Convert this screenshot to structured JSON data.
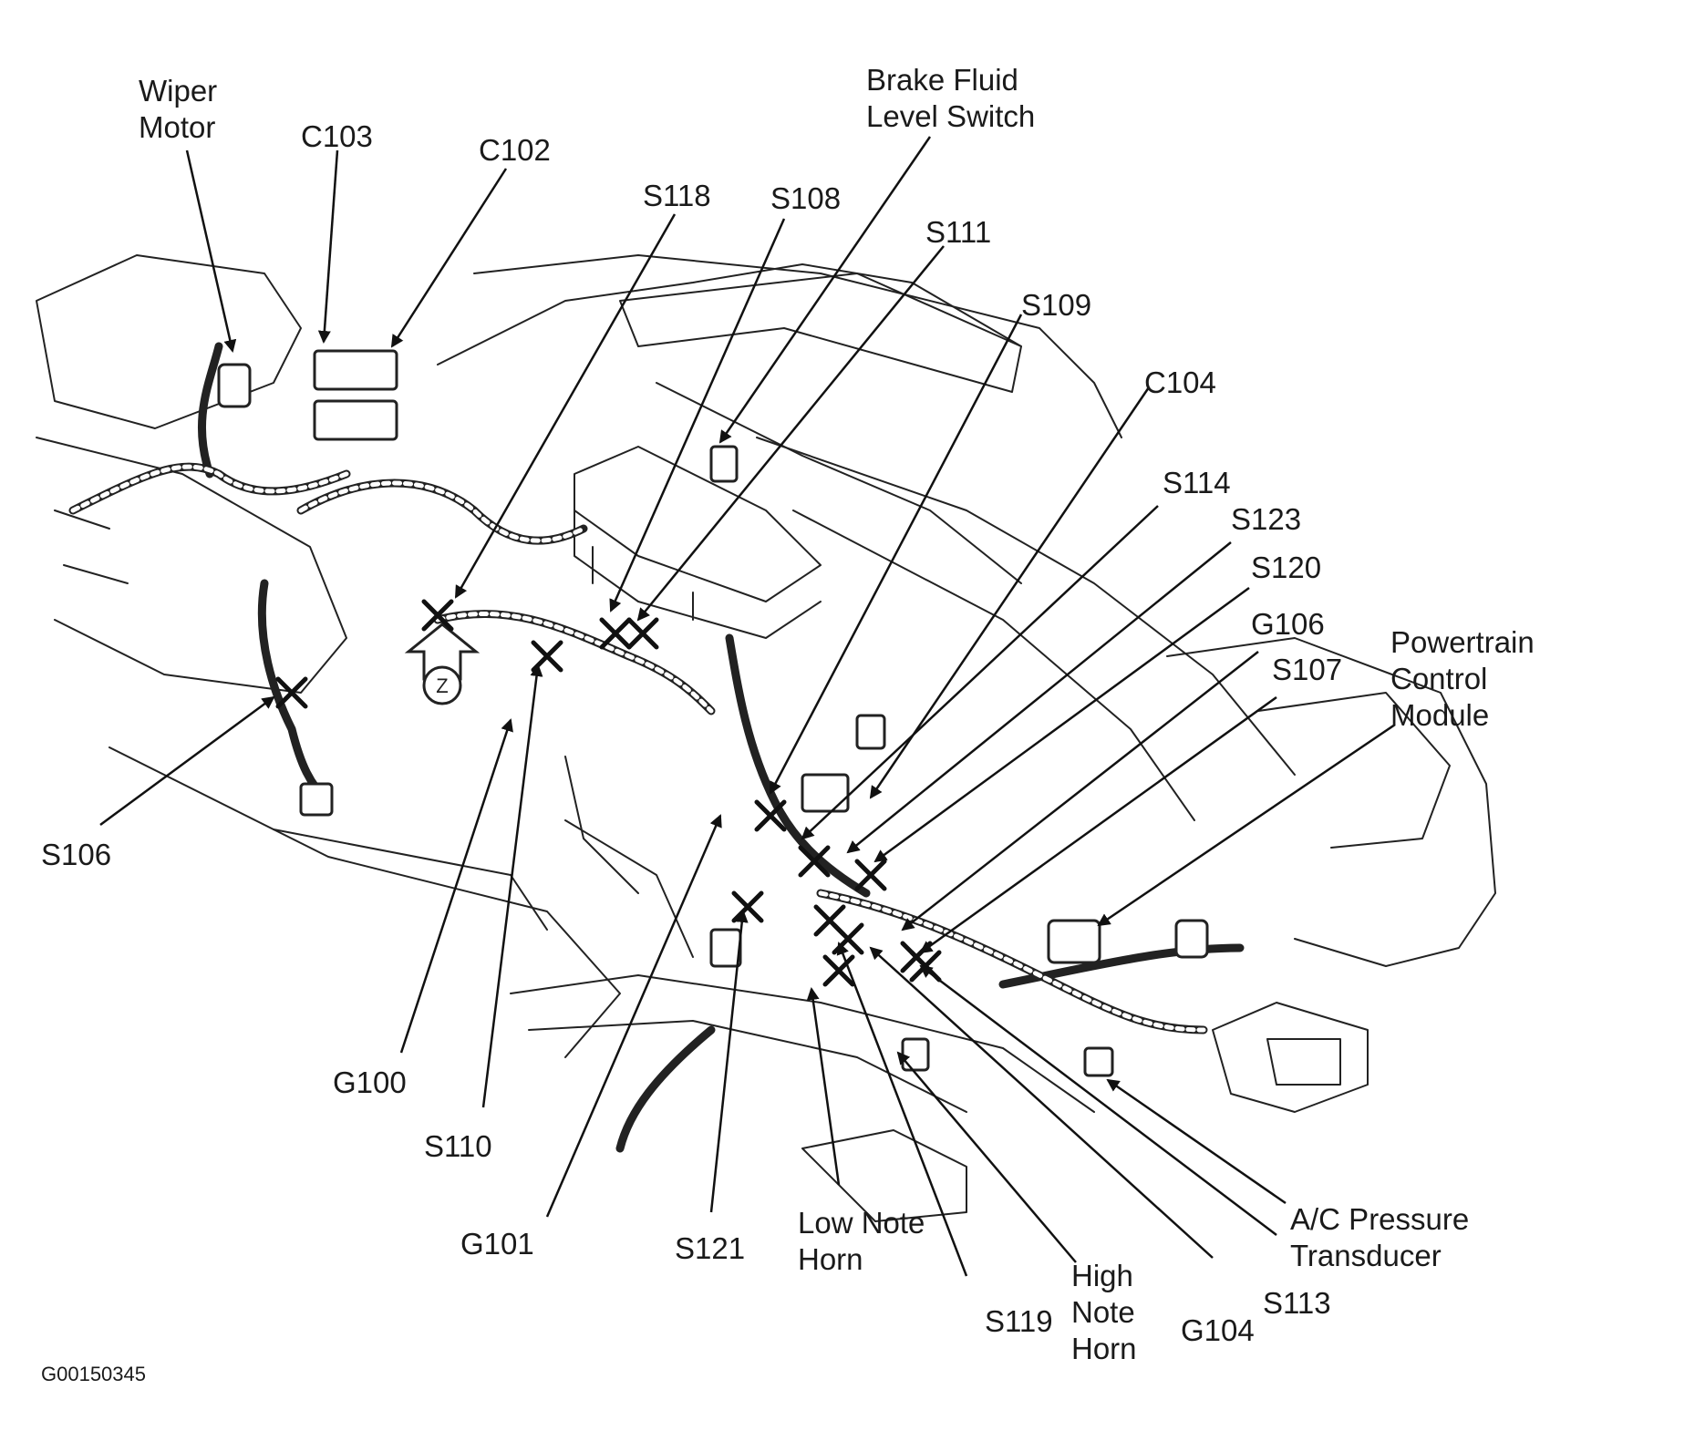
{
  "diagram": {
    "figure_code": "G00150345",
    "badge_letter": "Z",
    "labels": {
      "wiper_motor": "Wiper\nMotor",
      "c103": "C103",
      "c102": "C102",
      "s118": "S118",
      "s108": "S108",
      "brake_fluid": "Brake Fluid\nLevel Switch",
      "s111": "S111",
      "s109": "S109",
      "c104": "C104",
      "s114": "S114",
      "s123": "S123",
      "s120": "S120",
      "g106": "G106",
      "s107": "S107",
      "pcm": "Powertrain\nControl\nModule",
      "s106": "S106",
      "g100": "G100",
      "s110": "S110",
      "g101": "G101",
      "s121": "S121",
      "low_note_horn": "Low Note\nHorn",
      "s119": "S119",
      "high_note_horn": "High\nNote\nHorn",
      "g104": "G104",
      "s113": "S113",
      "ac_pressure": "A/C Pressure\nTransducer"
    }
  }
}
